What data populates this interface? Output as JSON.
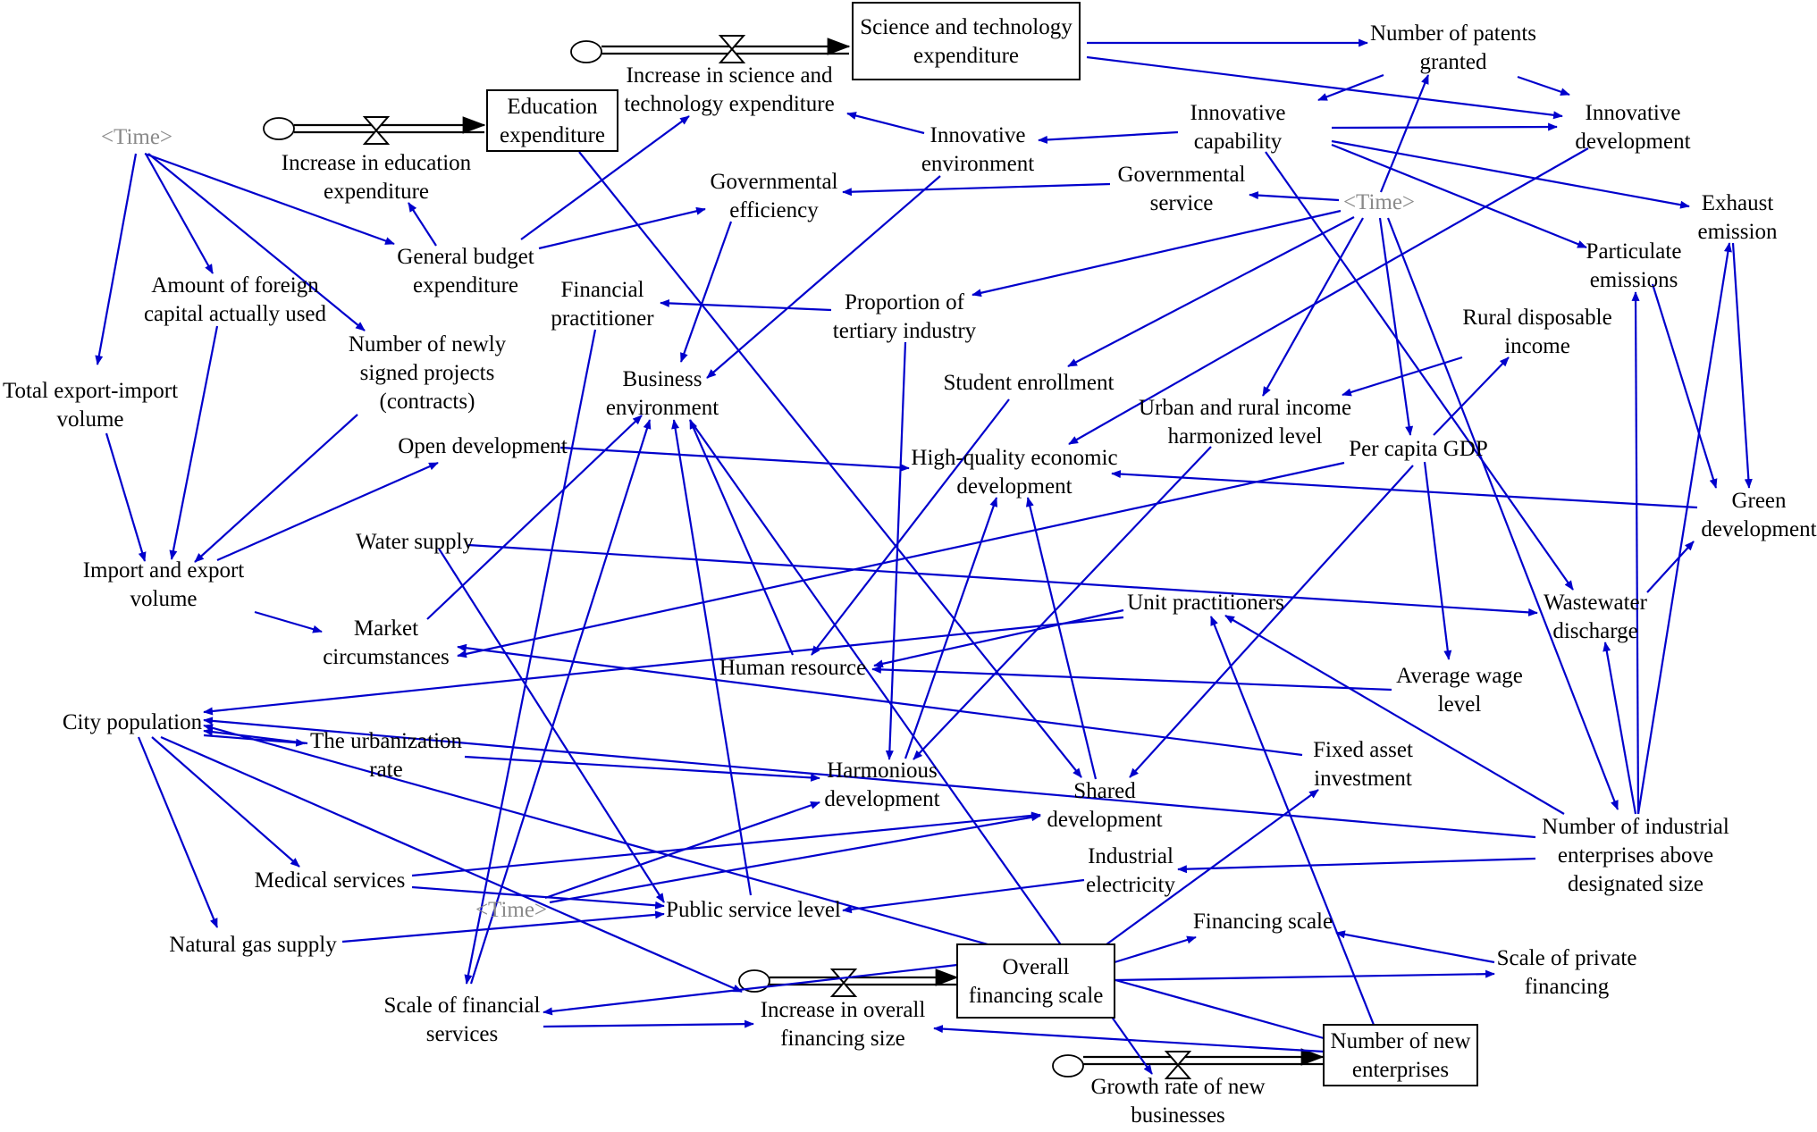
{
  "nodes": [
    {
      "id": "sci_exp",
      "lines": [
        "Science and technology",
        "expenditure"
      ],
      "kind": "stock"
    },
    {
      "id": "edu_exp",
      "lines": [
        "Education",
        "expenditure"
      ],
      "kind": "stock"
    },
    {
      "id": "overall_fin",
      "lines": [
        "Overall",
        "financing scale"
      ],
      "kind": "stock"
    },
    {
      "id": "new_ent",
      "lines": [
        "Number of new",
        "enterprises"
      ],
      "kind": "stock"
    },
    {
      "id": "inc_sci",
      "lines": [
        "Increase in science and",
        "technology expenditure"
      ],
      "kind": "flow"
    },
    {
      "id": "inc_edu",
      "lines": [
        "Increase in education",
        "expenditure"
      ],
      "kind": "flow"
    },
    {
      "id": "inc_fin",
      "lines": [
        "Increase in overall",
        "financing size"
      ],
      "kind": "flow"
    },
    {
      "id": "growth_new",
      "lines": [
        "Growth rate of new",
        "businesses"
      ],
      "kind": "flow"
    },
    {
      "id": "time1",
      "lines": [
        "<Time>"
      ],
      "kind": "shadow"
    },
    {
      "id": "time2",
      "lines": [
        "<Time>"
      ],
      "kind": "shadow"
    },
    {
      "id": "time3",
      "lines": [
        "<Time>"
      ],
      "kind": "shadow"
    },
    {
      "id": "patents",
      "lines": [
        "Number of patents",
        "granted"
      ],
      "kind": "aux"
    },
    {
      "id": "innov_cap",
      "lines": [
        "Innovative",
        "capability"
      ],
      "kind": "aux"
    },
    {
      "id": "innov_dev",
      "lines": [
        "Innovative",
        "development"
      ],
      "kind": "aux"
    },
    {
      "id": "innov_env",
      "lines": [
        "Innovative",
        "environment"
      ],
      "kind": "aux"
    },
    {
      "id": "gov_eff",
      "lines": [
        "Governmental",
        "efficiency"
      ],
      "kind": "aux"
    },
    {
      "id": "gov_serv",
      "lines": [
        "Governmental",
        "service"
      ],
      "kind": "aux"
    },
    {
      "id": "gen_budget",
      "lines": [
        "General budget",
        "expenditure"
      ],
      "kind": "aux"
    },
    {
      "id": "foreign_cap",
      "lines": [
        "Amount of foreign",
        "capital actually used"
      ],
      "kind": "aux"
    },
    {
      "id": "new_projects",
      "lines": [
        "Number of newly",
        "signed projects",
        "(contracts)"
      ],
      "kind": "aux"
    },
    {
      "id": "total_ie",
      "lines": [
        "Total export-import",
        "volume"
      ],
      "kind": "aux"
    },
    {
      "id": "ie_vol",
      "lines": [
        "Import and export",
        "volume"
      ],
      "kind": "aux"
    },
    {
      "id": "fin_pract",
      "lines": [
        "Financial",
        "practitioner"
      ],
      "kind": "aux"
    },
    {
      "id": "tertiary",
      "lines": [
        "Proportion of",
        "tertiary industry"
      ],
      "kind": "aux"
    },
    {
      "id": "business_env",
      "lines": [
        "Business",
        "environment"
      ],
      "kind": "aux"
    },
    {
      "id": "student",
      "lines": [
        "Student enrollment"
      ],
      "kind": "aux"
    },
    {
      "id": "urban_rural",
      "lines": [
        "Urban and rural income",
        "harmonized level"
      ],
      "kind": "aux"
    },
    {
      "id": "rural_income",
      "lines": [
        "Rural disposable",
        "income"
      ],
      "kind": "aux"
    },
    {
      "id": "gdp",
      "lines": [
        "Per capita GDP"
      ],
      "kind": "aux"
    },
    {
      "id": "exhaust",
      "lines": [
        "Exhaust",
        "emission"
      ],
      "kind": "aux"
    },
    {
      "id": "particulate",
      "lines": [
        "Particulate",
        "emissions"
      ],
      "kind": "aux"
    },
    {
      "id": "green",
      "lines": [
        "Green",
        "development"
      ],
      "kind": "aux"
    },
    {
      "id": "open_dev",
      "lines": [
        "Open development"
      ],
      "kind": "aux"
    },
    {
      "id": "hq_dev",
      "lines": [
        "High-quality economic",
        "development"
      ],
      "kind": "aux"
    },
    {
      "id": "water",
      "lines": [
        "Water supply"
      ],
      "kind": "aux"
    },
    {
      "id": "market",
      "lines": [
        "Market",
        "circumstances"
      ],
      "kind": "aux"
    },
    {
      "id": "unit_pract",
      "lines": [
        "Unit practitioners"
      ],
      "kind": "aux"
    },
    {
      "id": "wastewater",
      "lines": [
        "Wastewater",
        "discharge"
      ],
      "kind": "aux"
    },
    {
      "id": "human_res",
      "lines": [
        "Human resource"
      ],
      "kind": "aux"
    },
    {
      "id": "avg_wage",
      "lines": [
        "Average wage",
        "level"
      ],
      "kind": "aux"
    },
    {
      "id": "city_pop",
      "lines": [
        "City population"
      ],
      "kind": "aux"
    },
    {
      "id": "urbanization",
      "lines": [
        "The urbanization",
        "rate"
      ],
      "kind": "aux"
    },
    {
      "id": "harmonious",
      "lines": [
        "Harmonious",
        "development"
      ],
      "kind": "aux"
    },
    {
      "id": "fixed_asset",
      "lines": [
        "Fixed asset",
        "investment"
      ],
      "kind": "aux"
    },
    {
      "id": "shared",
      "lines": [
        "Shared",
        "development"
      ],
      "kind": "aux"
    },
    {
      "id": "industrial_ent",
      "lines": [
        "Number of industrial",
        "enterprises above",
        "designated size"
      ],
      "kind": "aux"
    },
    {
      "id": "medical",
      "lines": [
        "Medical services"
      ],
      "kind": "aux"
    },
    {
      "id": "ind_elec",
      "lines": [
        "Industrial",
        "electricity"
      ],
      "kind": "aux"
    },
    {
      "id": "natural_gas",
      "lines": [
        "Natural gas supply"
      ],
      "kind": "aux"
    },
    {
      "id": "public_serv",
      "lines": [
        "Public service level"
      ],
      "kind": "aux"
    },
    {
      "id": "financing_scale",
      "lines": [
        "Financing scale"
      ],
      "kind": "aux"
    },
    {
      "id": "fin_services",
      "lines": [
        "Scale of financial",
        "services"
      ],
      "kind": "aux"
    },
    {
      "id": "private_fin",
      "lines": [
        "Scale of private",
        "financing"
      ],
      "kind": "aux"
    }
  ],
  "links": [
    [
      "sci_exp",
      "patents"
    ],
    [
      "sci_exp",
      "innov_dev"
    ],
    [
      "patents",
      "innov_cap"
    ],
    [
      "patents",
      "innov_dev"
    ],
    [
      "innov_cap",
      "innov_dev"
    ],
    [
      "innov_cap",
      "innov_env"
    ],
    [
      "innov_env",
      "inc_sci"
    ],
    [
      "innov_cap",
      "exhaust"
    ],
    [
      "innov_cap",
      "particulate"
    ],
    [
      "innov_cap",
      "wastewater"
    ],
    [
      "innov_env",
      "business_env"
    ],
    [
      "gov_serv",
      "gov_eff"
    ],
    [
      "gov_eff",
      "business_env"
    ],
    [
      "time2",
      "gov_serv"
    ],
    [
      "time2",
      "patents"
    ],
    [
      "time2",
      "tertiary"
    ],
    [
      "time2",
      "student"
    ],
    [
      "time2",
      "urban_rural"
    ],
    [
      "time2",
      "gdp"
    ],
    [
      "time2",
      "industrial_ent"
    ],
    [
      "gen_budget",
      "inc_edu"
    ],
    [
      "gen_budget",
      "inc_sci"
    ],
    [
      "gen_budget",
      "gov_eff"
    ],
    [
      "edu_exp",
      "shared"
    ],
    [
      "time1",
      "gen_budget"
    ],
    [
      "time1",
      "foreign_cap"
    ],
    [
      "time1",
      "new_projects"
    ],
    [
      "time1",
      "total_ie"
    ],
    [
      "foreign_cap",
      "ie_vol"
    ],
    [
      "new_projects",
      "ie_vol"
    ],
    [
      "total_ie",
      "ie_vol"
    ],
    [
      "ie_vol",
      "open_dev"
    ],
    [
      "ie_vol",
      "market"
    ],
    [
      "open_dev",
      "hq_dev"
    ],
    [
      "tertiary",
      "fin_pract"
    ],
    [
      "tertiary",
      "harmonious"
    ],
    [
      "fin_pract",
      "fin_services"
    ],
    [
      "innov_dev",
      "hq_dev"
    ],
    [
      "green",
      "hq_dev"
    ],
    [
      "student",
      "human_res"
    ],
    [
      "rural_income",
      "urban_rural"
    ],
    [
      "gdp",
      "rural_income"
    ],
    [
      "gdp",
      "avg_wage"
    ],
    [
      "gdp",
      "market"
    ],
    [
      "gdp",
      "shared"
    ],
    [
      "urban_rural",
      "harmonious"
    ],
    [
      "market",
      "business_env"
    ],
    [
      "human_res",
      "business_env"
    ],
    [
      "unit_pract",
      "human_res"
    ],
    [
      "unit_pract",
      "city_pop"
    ],
    [
      "avg_wage",
      "human_res"
    ],
    [
      "water",
      "wastewater"
    ],
    [
      "water",
      "public_serv"
    ],
    [
      "wastewater",
      "green"
    ],
    [
      "exhaust",
      "green"
    ],
    [
      "particulate",
      "green"
    ],
    [
      "industrial_ent",
      "particulate"
    ],
    [
      "industrial_ent",
      "exhaust"
    ],
    [
      "industrial_ent",
      "wastewater"
    ],
    [
      "industrial_ent",
      "unit_pract"
    ],
    [
      "industrial_ent",
      "ind_elec"
    ],
    [
      "industrial_ent",
      "city_pop"
    ],
    [
      "fixed_asset",
      "market"
    ],
    [
      "city_pop",
      "urbanization"
    ],
    [
      "urbanization",
      "city_pop"
    ],
    [
      "urbanization",
      "harmonious"
    ],
    [
      "city_pop",
      "medical"
    ],
    [
      "city_pop",
      "natural_gas"
    ],
    [
      "city_pop",
      "inc_fin"
    ],
    [
      "medical",
      "public_serv"
    ],
    [
      "medical",
      "shared"
    ],
    [
      "natural_gas",
      "public_serv"
    ],
    [
      "time3",
      "harmonious"
    ],
    [
      "time3",
      "shared"
    ],
    [
      "ind_elec",
      "public_serv"
    ],
    [
      "public_serv",
      "business_env"
    ],
    [
      "harmonious",
      "hq_dev"
    ],
    [
      "shared",
      "hq_dev"
    ],
    [
      "overall_fin",
      "financing_scale"
    ],
    [
      "overall_fin",
      "fixed_asset"
    ],
    [
      "overall_fin",
      "private_fin"
    ],
    [
      "overall_fin",
      "fin_services"
    ],
    [
      "private_fin",
      "financing_scale"
    ],
    [
      "fin_services",
      "inc_fin"
    ],
    [
      "fin_services",
      "business_env"
    ],
    [
      "new_ent",
      "unit_pract"
    ],
    [
      "new_ent",
      "inc_fin"
    ],
    [
      "new_ent",
      "city_pop"
    ],
    [
      "business_env",
      "growth_new"
    ]
  ]
}
